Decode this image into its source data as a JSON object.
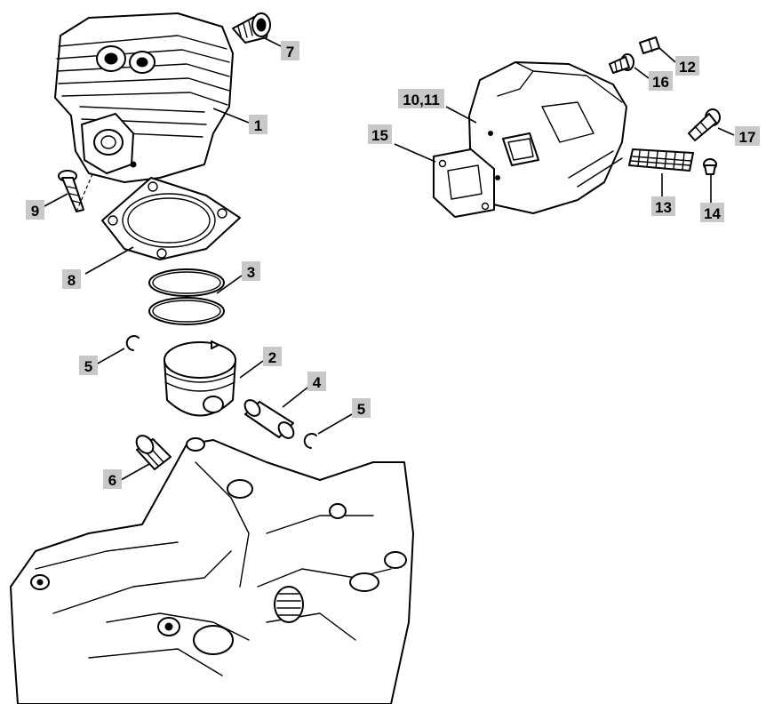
{
  "callouts": [
    {
      "id": "c1",
      "text": "1"
    },
    {
      "id": "c2",
      "text": "2"
    },
    {
      "id": "c3",
      "text": "3"
    },
    {
      "id": "c4",
      "text": "4"
    },
    {
      "id": "c5a",
      "text": "5"
    },
    {
      "id": "c5b",
      "text": "5"
    },
    {
      "id": "c6",
      "text": "6"
    },
    {
      "id": "c7",
      "text": "7"
    },
    {
      "id": "c8",
      "text": "8"
    },
    {
      "id": "c9",
      "text": "9"
    },
    {
      "id": "c1011",
      "text": "10,11"
    },
    {
      "id": "c12",
      "text": "12"
    },
    {
      "id": "c13",
      "text": "13"
    },
    {
      "id": "c14",
      "text": "14"
    },
    {
      "id": "c15",
      "text": "15"
    },
    {
      "id": "c16",
      "text": "16"
    },
    {
      "id": "c17",
      "text": "17"
    }
  ],
  "colors": {
    "line": "#000000",
    "label_background": "#c8c8c8",
    "paper": "#ffffff"
  }
}
